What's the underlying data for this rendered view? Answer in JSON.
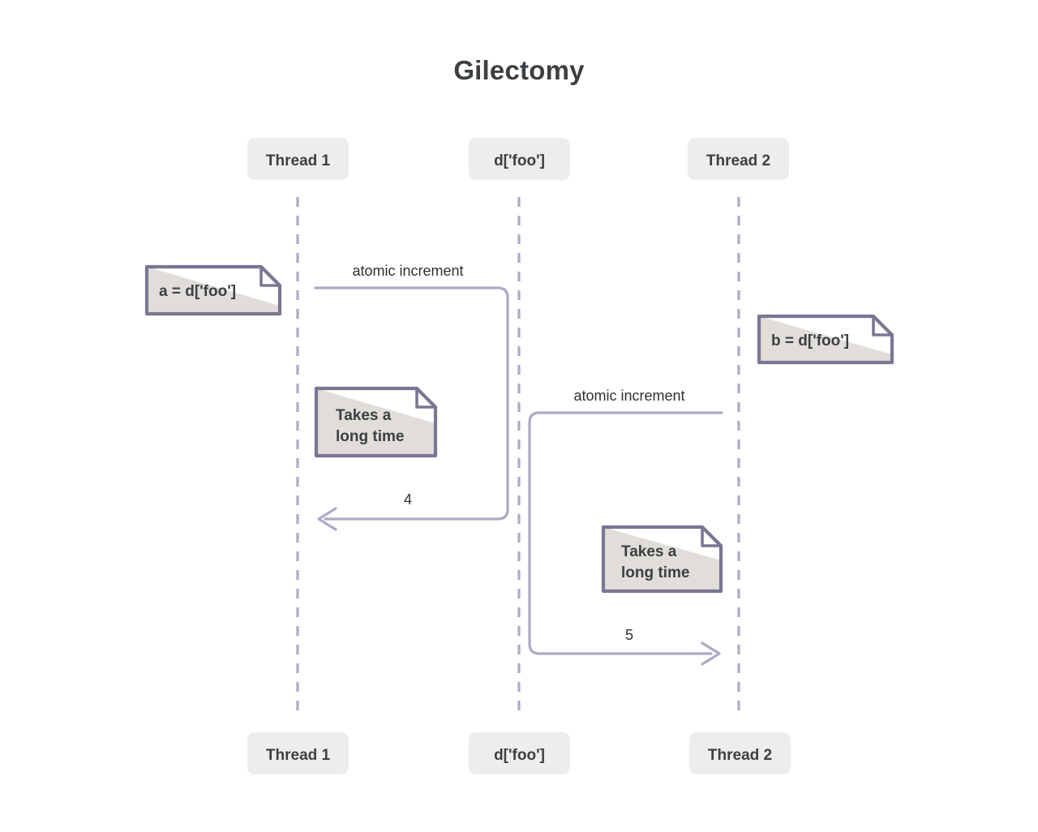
{
  "diagram": {
    "title": "Gilectomy",
    "type": "sequence-diagram",
    "background_color": "#ffffff",
    "accent_colors": {
      "lifeline": "#adaac4",
      "message_line": "#adaac4",
      "note_border": "#7a7694",
      "note_shade": "#e1ded9",
      "header_box": "#eeedeb",
      "text": "#3c4043"
    },
    "participants": [
      {
        "id": "thread1",
        "label": "Thread 1"
      },
      {
        "id": "dfoo",
        "label": "d['foo']"
      },
      {
        "id": "thread2",
        "label": "Thread 2"
      }
    ],
    "participants_footer": [
      {
        "id": "thread1",
        "label": "Thread 1"
      },
      {
        "id": "dfoo",
        "label": "d['foo']"
      },
      {
        "id": "thread2",
        "label": "Thread 2"
      }
    ],
    "messages": [
      {
        "id": "msg-atomic-increment-1",
        "label": "atomic increment",
        "from": "thread1",
        "to": "dfoo",
        "direction": "right"
      },
      {
        "id": "msg-return-4",
        "label": "4",
        "from": "dfoo",
        "to": "thread1",
        "direction": "left"
      },
      {
        "id": "msg-atomic-increment-2",
        "label": "atomic increment",
        "from": "thread2",
        "to": "dfoo",
        "direction": "left"
      },
      {
        "id": "msg-return-5",
        "label": "5",
        "from": "dfoo",
        "to": "thread2",
        "direction": "right"
      }
    ],
    "notes": [
      {
        "id": "note-a-assign",
        "text_lines": [
          "a = d['foo']"
        ],
        "attached_to": "thread1"
      },
      {
        "id": "note-b-assign",
        "text_lines": [
          "b = d['foo']"
        ],
        "attached_to": "thread2"
      },
      {
        "id": "note-takes-long-1",
        "text_lines": [
          "Takes a",
          "long time"
        ],
        "attached_to": "thread1"
      },
      {
        "id": "note-takes-long-2",
        "text_lines": [
          "Takes a",
          "long time"
        ],
        "attached_to": "dfoo"
      }
    ]
  }
}
